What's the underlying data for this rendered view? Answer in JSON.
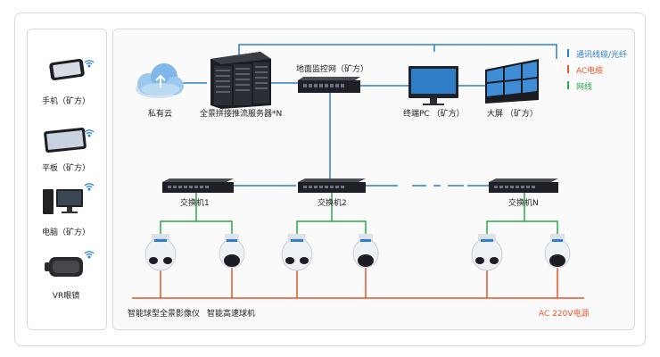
{
  "devices": {
    "phone": "手机（矿方）",
    "tablet": "平板（矿方）",
    "pc": "电脑（矿方）",
    "vr": "VR眼镜"
  },
  "nodes": {
    "cloud": "私有云",
    "server": "全景拼接推流服务器*N",
    "ground_switch": "地面监控网（矿方）",
    "terminal": "终端PC （矿方）",
    "bigscreen": "大屏 （矿方）",
    "switch1": "交换机1",
    "switch2": "交换机2",
    "switchN": "交换机N",
    "cam_panoramic": "智能球型全景影像仪",
    "cam_speed": "智能高速球机",
    "power": "AC 220V电源"
  },
  "legend": [
    {
      "label": "通讯线缆/光纤",
      "color": "#2a7fd4"
    },
    {
      "label": "AC电缆",
      "color": "#e8552a"
    },
    {
      "label": "网线",
      "color": "#2aa84a"
    }
  ],
  "colors": {
    "comm": "#2a7fd4",
    "ac": "#e8552a",
    "net": "#2aa84a"
  }
}
